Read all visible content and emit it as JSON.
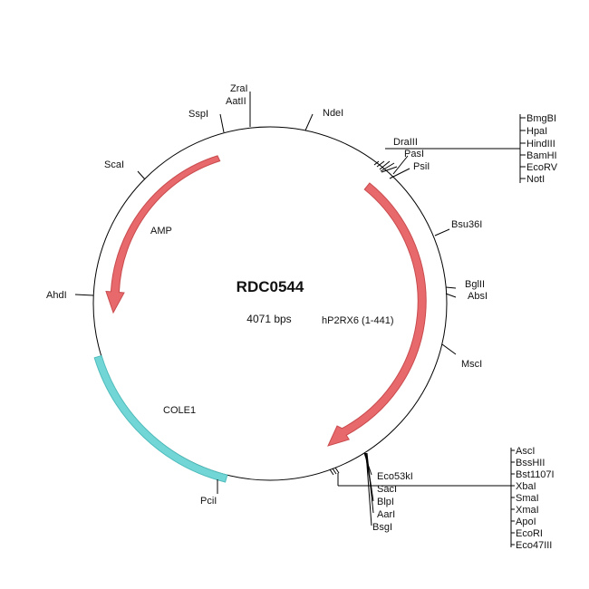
{
  "plasmid": {
    "name": "RDC0544",
    "size_label": "4071 bps"
  },
  "colors": {
    "backbone": "#000000",
    "feature_arrow": "#e8696b",
    "feature_arrow_stroke": "#c94b4e",
    "origin": "#73d6d6",
    "origin_stroke": "#4fbcbc"
  },
  "features": {
    "amp": {
      "label": "AMP"
    },
    "insert": {
      "label": "hP2RX6 (1-441)"
    },
    "origin": {
      "label": "COLE1"
    }
  },
  "sites": {
    "zrai": "ZraI",
    "aatii": "AatII",
    "sspi": "SspI",
    "ndei": "NdeI",
    "scai": "ScaI",
    "draiii": "DraIII",
    "pasi": "PasI",
    "psii": "PsiI",
    "bsu36i": "Bsu36I",
    "bglii": "BglII",
    "absi": "AbsI",
    "ahdi": "AhdI",
    "msci": "MscI",
    "eco53ki": "Eco53kI",
    "saci": "SacI",
    "blpi": "BlpI",
    "aari": "AarI",
    "bsgi": "BsgI",
    "pcii": "PciI"
  },
  "upper_mcs": [
    "BmgBI",
    "HpaI",
    "HindIII",
    "BamHI",
    "EcoRV",
    "NotI"
  ],
  "lower_mcs": [
    "AscI",
    "BssHII",
    "Bst1107I",
    "XbaI",
    "SmaI",
    "XmaI",
    "ApoI",
    "EcoRI",
    "Eco47III"
  ]
}
